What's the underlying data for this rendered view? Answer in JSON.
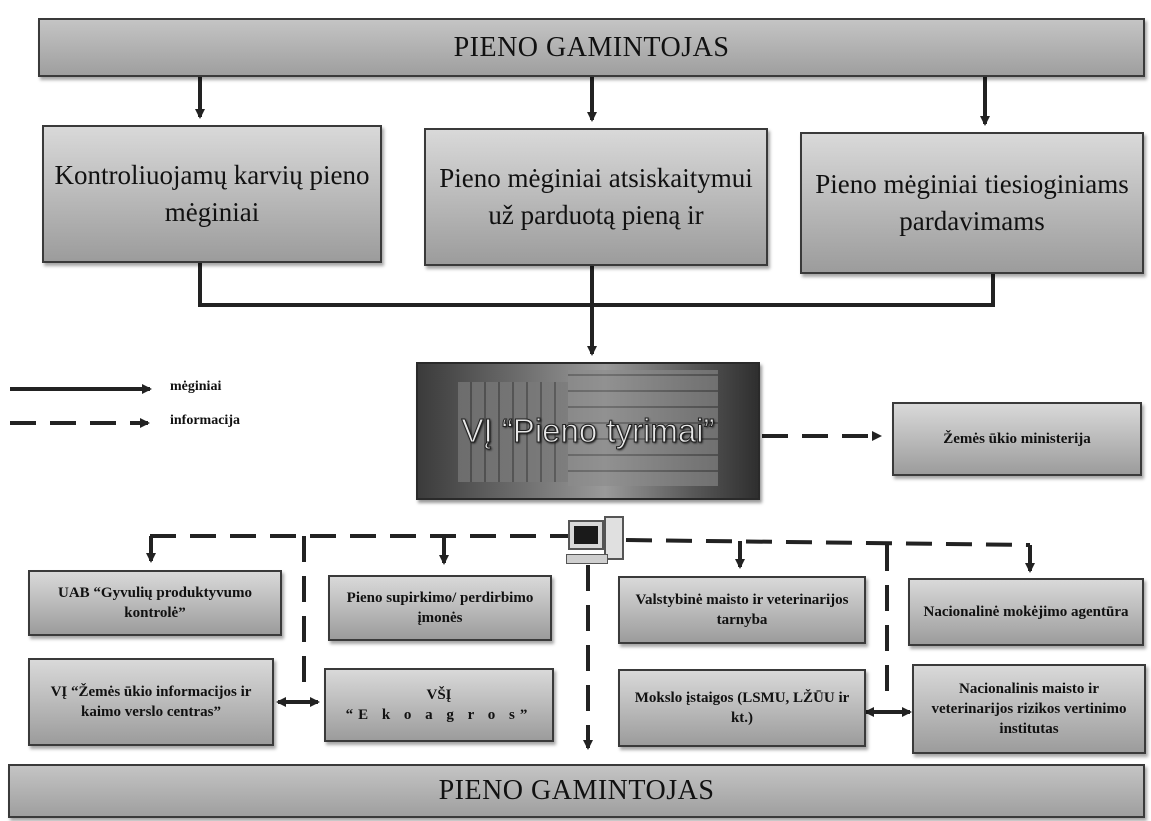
{
  "top_banner": "PIENO GAMINTOJAS",
  "bottom_banner": "PIENO GAMINTOJAS",
  "sample_boxes": [
    "Kontroliuojamų karvių pieno mėginiai",
    "Pieno mėginiai atsiskaitymui už parduotą pieną ir",
    "Pieno mėginiai tiesioginiams pardavimams"
  ],
  "center": {
    "title": "VĮ “Pieno tyrimai”"
  },
  "legend": {
    "solid": "mėginiai",
    "dashed": "informacija"
  },
  "ministry": "Žemės ūkio ministerija",
  "row1": [
    "UAB “Gyvulių produktyvumo kontrolė”",
    "Pieno supirkimo/ perdirbimo įmonės",
    "Valstybinė maisto ir veterinarijos tarnyba",
    "Nacionalinė mokėjimo agentūra"
  ],
  "row2": [
    "VĮ “Žemės ūkio informacijos ir kaimo verslo centras”",
    "VŠĮ",
    "“E k o a g r o s”",
    "Mokslo įstaigos (LSMU, LŽŪU ir kt.)",
    "Nacionalinis maisto ir veterinarijos rizikos vertinimo institutas"
  ],
  "icons": {
    "computer": "computer-icon"
  }
}
